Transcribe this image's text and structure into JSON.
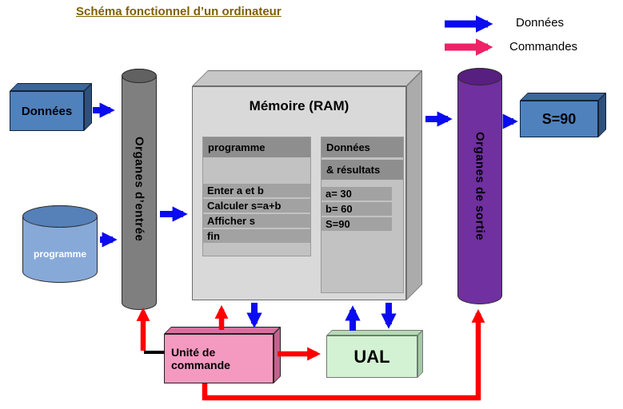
{
  "title": "Schéma fonctionnel d’un ordinateur",
  "legend": {
    "data_label": "Données",
    "commands_label": "Commandes"
  },
  "colors": {
    "data_arrow": "#0b0bf0",
    "command_arrow": "#ff0000",
    "legend_command_arrow": "#ee2266",
    "title_text": "#7f6000",
    "input_box_blue": "#4f81bd",
    "input_cylinder_gray": "#7f7f7f",
    "output_cylinder_purple": "#7030a0",
    "control_unit_pink": "#f49ac1",
    "alu_green": "#d3f2d3",
    "memory_gray": "#d9d9d9"
  },
  "input_data_box": {
    "label": "Données"
  },
  "program_store": {
    "label": "programme"
  },
  "input_organ": {
    "label": "Organes d’entrée"
  },
  "memory": {
    "title": "Mémoire (RAM)",
    "program_panel": {
      "header": "programme",
      "rows": [
        "Enter a et b",
        "Calculer s=a+b",
        "Afficher s",
        "fin"
      ]
    },
    "data_panel": {
      "header_line1": "Données",
      "header_line2": "& résultats",
      "rows": [
        "a= 30",
        "b= 60",
        "S=90"
      ]
    }
  },
  "output_organ": {
    "label": "Organes de sortie"
  },
  "output_data_box": {
    "label": "S=90"
  },
  "control_unit": {
    "label": "Unité de commande"
  },
  "alu": {
    "label": "UAL"
  }
}
